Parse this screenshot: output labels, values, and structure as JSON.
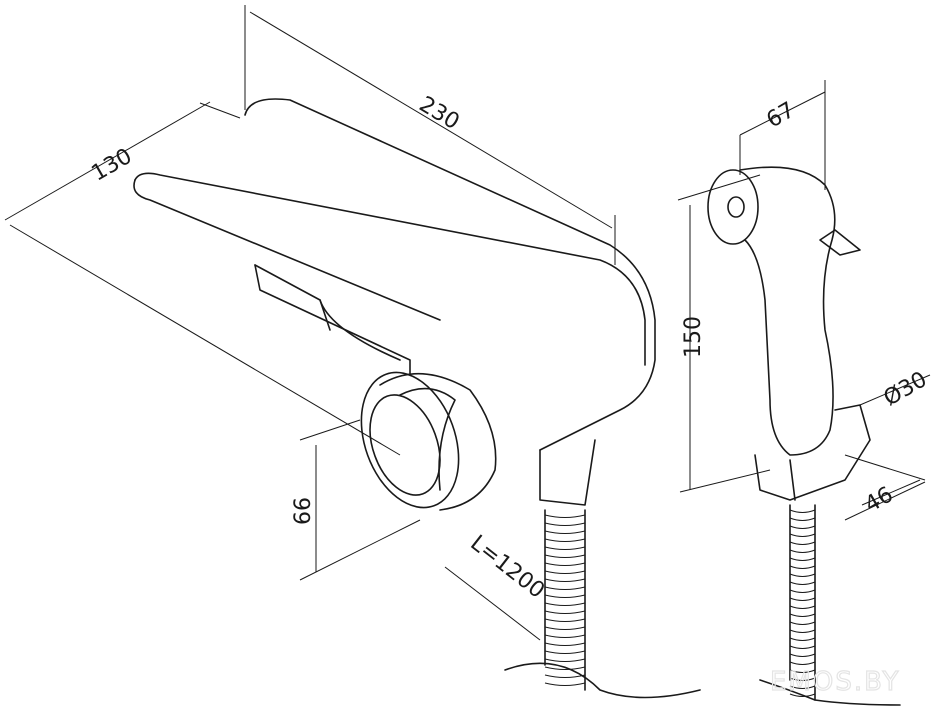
{
  "title": "Bidet mixer with hand shower — dimensional drawing",
  "dimensions": {
    "width": "230",
    "depth": "130",
    "handshower_width": "67",
    "handshower_height": "150",
    "handle_height": "66",
    "holder_diameter": "Ø30",
    "holder_height": "46",
    "hose_length": "L=1200"
  },
  "watermark": "emos.by"
}
